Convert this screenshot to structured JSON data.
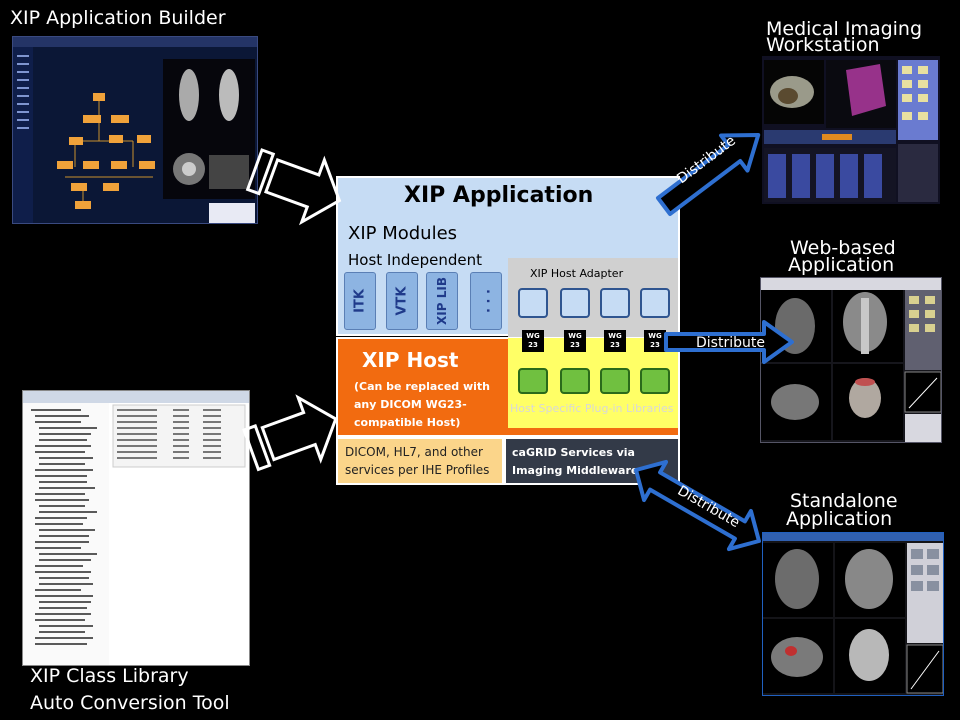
{
  "labels": {
    "builder": "XIP Application Builder",
    "workstation_line1": "Medical Imaging",
    "workstation_line2": "Workstation",
    "web_line1": "Web-based",
    "web_line2": "Application",
    "standalone_line1": "Standalone",
    "standalone_line2": "Application",
    "classlib_line1": "XIP Class Library",
    "classlib_line2": "Auto Conversion Tool"
  },
  "application": {
    "title": "XIP Application",
    "modules": "XIP Modules",
    "host_independent": "Host Independent",
    "libraries": [
      "ITK",
      "VTK",
      "XIP LIB",
      ". . ."
    ]
  },
  "adapter": {
    "title": "XIP Host Adapter",
    "wg_badges": [
      "WG 23",
      "WG 23",
      "WG 23",
      "WG 23"
    ]
  },
  "host": {
    "title": "XIP Host",
    "note": "(Can be replaced with any  DICOM WG23-compatible Host)",
    "plugin_label": "Host Specific Plug-in Libraries"
  },
  "services": {
    "dicom": "DICOM, HL7, and other services per IHE Profiles",
    "cagrid": "caGRID Services via Imaging Middleware"
  },
  "distribute": [
    "Distribute",
    "Distribute",
    "Distribute"
  ],
  "colors": {
    "application_bg": "#c6dcf4",
    "host_bg": "#f26b10",
    "plugin_bg": "#ffff66",
    "dicom_bg": "#fbd58a",
    "cagrid_bg": "#333a48",
    "arrow_blue": "#2e6fd0"
  }
}
